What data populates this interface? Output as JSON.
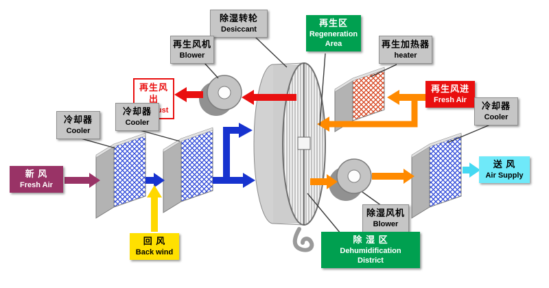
{
  "diagram": {
    "labels": {
      "desiccant": {
        "zh": "除湿转轮",
        "en": "Desiccant"
      },
      "regen_area": {
        "zh": "再生区",
        "en": "Regeneration Area"
      },
      "regen_blower": {
        "zh": "再生风机",
        "en": "Blower"
      },
      "regen_heater": {
        "zh": "再生加热器",
        "en": "heater"
      },
      "regen_exhaust": {
        "zh": "再生风出",
        "en": "Exhaust"
      },
      "regen_fresh_air": {
        "zh": "再生风进",
        "en": "Fresh Air"
      },
      "cooler_left": {
        "zh": "冷却器",
        "en": "Cooler"
      },
      "cooler_middle": {
        "zh": "冷却器",
        "en": "Cooler"
      },
      "cooler_right": {
        "zh": "冷却器",
        "en": "Cooler"
      },
      "fresh_air": {
        "zh": "新  风",
        "en": "Fresh Air"
      },
      "air_supply": {
        "zh": "送  风",
        "en": "Air Supply"
      },
      "back_wind": {
        "zh": "回  风",
        "en": "Back wind"
      },
      "dehum_blower": {
        "zh": "除湿风机",
        "en": "Blower"
      },
      "dehum_district": {
        "zh": "除  湿  区",
        "en_line1": "Dehumidification",
        "en_line2": "District"
      }
    },
    "colors": {
      "process_air_blue": "#1733cf",
      "regen_hot_orange": "#ff8a00",
      "exhaust_red": "#e90f0f",
      "fresh_air_magenta": "#993366",
      "supply_cyan": "#45d9f2",
      "return_air_yellow": "#ffd800",
      "label_green": "#00a050",
      "label_red": "#e90f0f",
      "label_gray": "#c6c6c6",
      "label_cyan": "#6fe9f9",
      "label_yellow": "#ffe000",
      "label_magenta": "#993366"
    }
  }
}
